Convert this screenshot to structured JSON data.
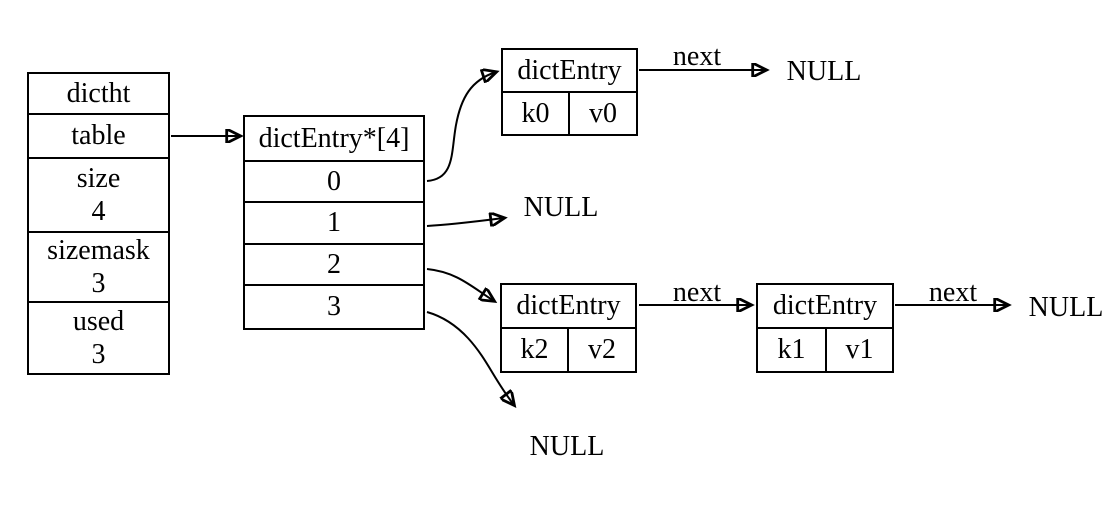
{
  "diagram_type": "redis-dict-hashtable",
  "colors": {
    "background": "#ffffff",
    "line": "#000000",
    "text": "#000000"
  },
  "dictht_node": {
    "title": "dictht",
    "rows": [
      {
        "label": "table"
      },
      {
        "label": "size",
        "value": "4"
      },
      {
        "label": "sizemask",
        "value": "3"
      },
      {
        "label": "used",
        "value": "3"
      }
    ]
  },
  "bucket_node": {
    "title": "dictEntry*[4]",
    "slots": [
      "0",
      "1",
      "2",
      "3"
    ]
  },
  "entry_nodes": [
    {
      "id": "entry-k0",
      "title": "dictEntry",
      "key": "k0",
      "value": "v0"
    },
    {
      "id": "entry-k2",
      "title": "dictEntry",
      "key": "k2",
      "value": "v2"
    },
    {
      "id": "entry-k1",
      "title": "dictEntry",
      "key": "k1",
      "value": "v1"
    }
  ],
  "edge_labels": {
    "next": "next",
    "null": "NULL"
  },
  "edges": [
    "table -> dictEntry*[4]",
    "slot0 -> dictEntry(k0,v0) -> next -> NULL",
    "slot1 -> NULL",
    "slot2 -> dictEntry(k2,v2) -> next -> dictEntry(k1,v1) -> next -> NULL",
    "slot3 -> NULL"
  ]
}
